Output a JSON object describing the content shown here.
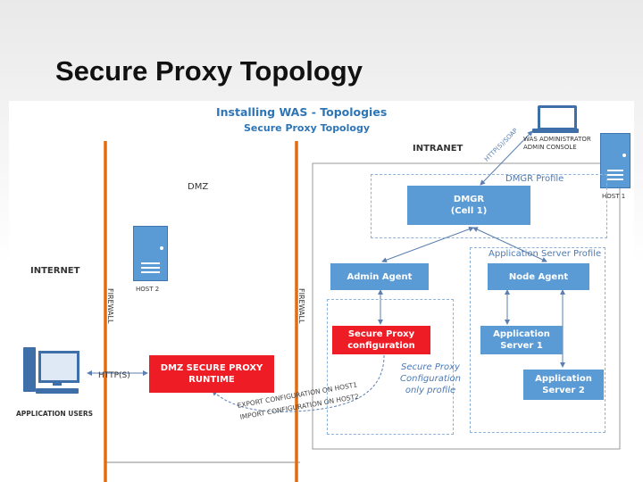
{
  "slide": {
    "title": "Secure Proxy Topology"
  },
  "diagram": {
    "heading": "Installing WAS - Topologies",
    "subheading": "Secure Proxy Topology",
    "zones": {
      "internet": "INTERNET",
      "dmz": "DMZ",
      "intranet": "INTRANET"
    },
    "firewall_left": "FIREWALL",
    "firewall_right": "FIREWALL",
    "hosts": {
      "host1": "HOST 1",
      "host2": "HOST 2"
    },
    "boxes": {
      "dmgr": "DMGR\n(Cell 1)",
      "admin_agent": "Admin Agent",
      "node_agent": "Node Agent",
      "secure_proxy_config": "Secure Proxy\nconfiguration",
      "app_server_1": "Application\nServer 1",
      "app_server_2": "Application\nServer 2",
      "dmz_runtime": "DMZ SECURE PROXY\nRUNTIME"
    },
    "profiles": {
      "dmgr_profile": "DMGR Profile",
      "app_server_profile": "Application Server Profile",
      "secure_proxy_profile": "Secure Proxy\nConfiguration\nonly profile"
    },
    "admin_console": "WAS ADMINISTRATOR\nADMIN CONSOLE",
    "https_label": "HTTP(S)/SOAP",
    "http_label": "HTTP(S)",
    "app_users": "APPLICATION USERS",
    "export_label": "EXPORT CONFIGURATION ON HOST1",
    "import_label": "IMPORT CONFIGURATION ON HOST2",
    "colors": {
      "blue": "#5b9bd5",
      "red": "#ee1c25",
      "firewall": "#e46c0a",
      "heading": "#2e75b6"
    }
  }
}
